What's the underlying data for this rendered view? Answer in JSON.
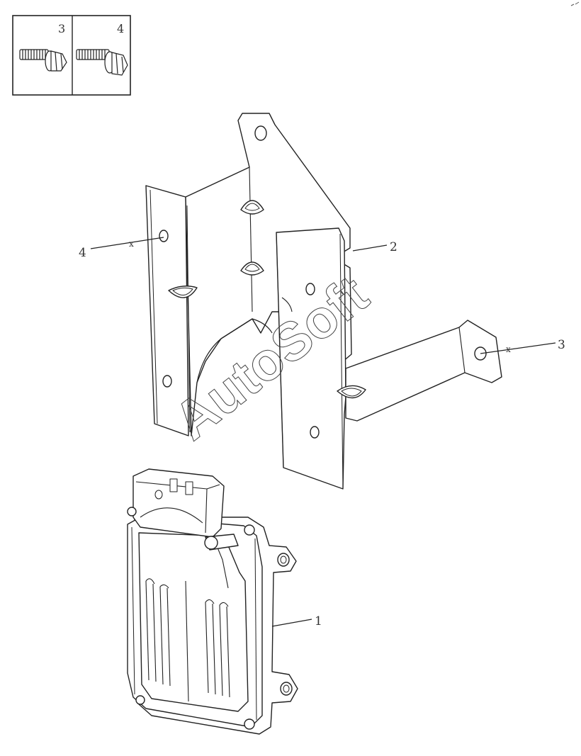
{
  "legend": {
    "cells": [
      {
        "number": "3",
        "icon": "short-flange-bolt-icon"
      },
      {
        "number": "4",
        "icon": "long-flange-bolt-icon"
      }
    ]
  },
  "callouts": [
    {
      "id": "ecu",
      "number": "1"
    },
    {
      "id": "bracket",
      "number": "2"
    },
    {
      "id": "bolt-right",
      "number": "3"
    },
    {
      "id": "bolt-left",
      "number": "4"
    }
  ],
  "watermark": "AutoSoft",
  "colors": {
    "line": "#222222",
    "label": "#333333",
    "background": "#ffffff"
  }
}
